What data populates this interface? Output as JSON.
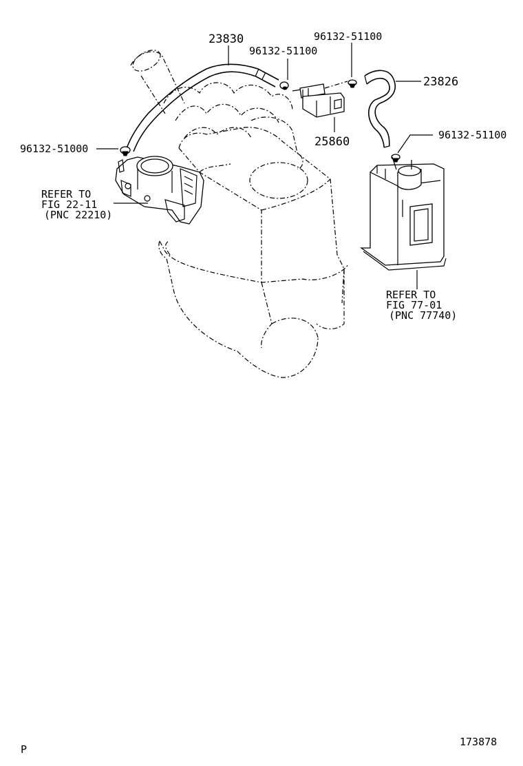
{
  "labels": {
    "p23830": "23830",
    "p96132_a": "96132-51100",
    "p96132_b": "96132-51100",
    "p23826": "23826",
    "p96132_c": "96132-51100",
    "p25860": "25860",
    "p96132_51000": "96132-51000",
    "refer_left_1": "REFER TO",
    "refer_left_2": "FIG 22-11",
    "refer_left_3": "(PNC 22210)",
    "refer_right_1": "REFER TO",
    "refer_right_2": "FIG 77-01",
    "refer_right_3": "(PNC 77740)"
  },
  "footer": {
    "corner_letter": "P",
    "figure_number": "173878"
  }
}
